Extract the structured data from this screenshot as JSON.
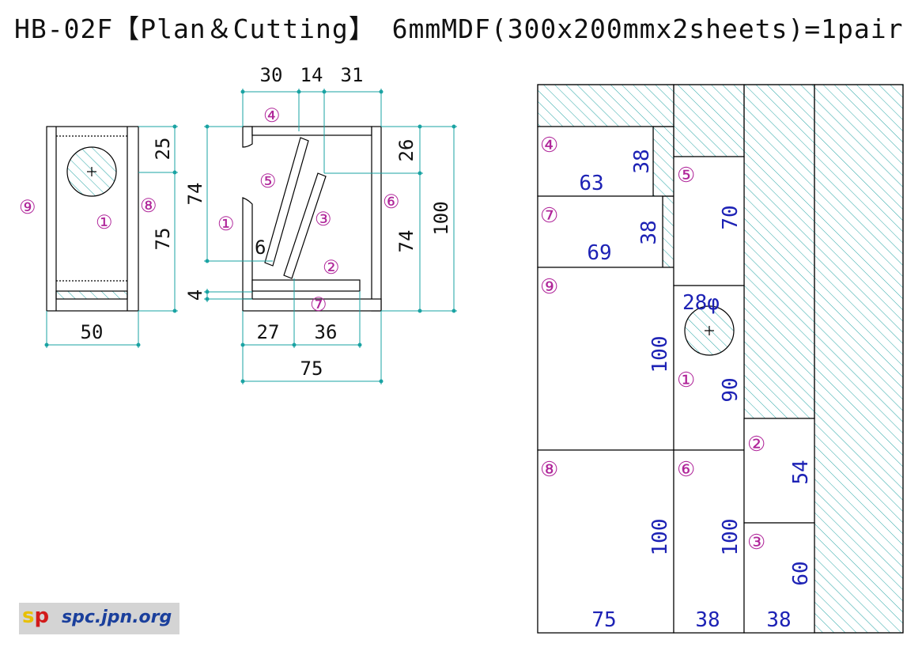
{
  "title": "HB-02F【Plan＆Cutting】 6mmMDF(300x200mmx2sheets)=1pair",
  "colors": {
    "dimension": "#1aa3a3",
    "part_label": "#b0269a",
    "cut_dimension": "#1d22b5",
    "outline": "#000000",
    "hatch": "#2aa6a6"
  },
  "front_view": {
    "part_labels": {
      "p9": "⑨",
      "p1": "①",
      "p8": "⑧"
    },
    "dims": {
      "top": "25",
      "bottom": "75",
      "width": "50"
    }
  },
  "side_view": {
    "top_dims": [
      "30",
      "14",
      "31"
    ],
    "part_labels": {
      "p4": "④",
      "p5": "⑤",
      "p1": "①",
      "p3": "③",
      "p2": "②",
      "p7": "⑦",
      "p6": "⑥"
    },
    "dims": {
      "left_upper": "74",
      "left_lower": "4",
      "slot": "6",
      "right_upper": "26",
      "right_lower": "74",
      "right_total": "100",
      "bottom_a": "27",
      "bottom_b": "36",
      "bottom_total": "75"
    }
  },
  "cutting": {
    "p4": {
      "label": "④",
      "w": "63",
      "h": "38"
    },
    "p7": {
      "label": "⑦",
      "w": "69",
      "h": "38"
    },
    "p9": {
      "label": "⑨",
      "h": "100"
    },
    "p8": {
      "label": "⑧",
      "h": "100",
      "w": "75"
    },
    "p5": {
      "label": "⑤",
      "h": "70"
    },
    "p1": {
      "label": "①",
      "hole": "28φ",
      "h": "90"
    },
    "p6": {
      "label": "⑥",
      "h": "100",
      "w": "38"
    },
    "p2": {
      "label": "②",
      "h": "54"
    },
    "p3": {
      "label": "③",
      "h": "60",
      "w": "38"
    }
  },
  "logo": {
    "mark": "sp",
    "text": "spc.jpn.org"
  }
}
